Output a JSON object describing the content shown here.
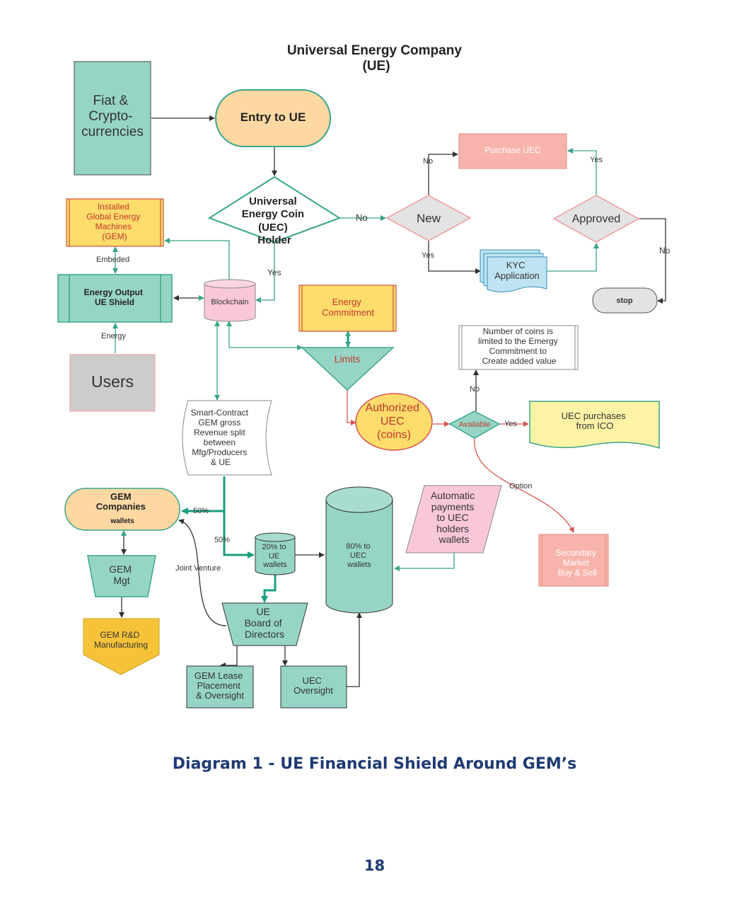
{
  "diagram": {
    "title": [
      "Universal Energy Company",
      "(UE)"
    ],
    "nodes": {
      "fiat": [
        "Fiat &",
        "Crypto-",
        "currencies"
      ],
      "entry": "Entry to UE",
      "uec_holder": [
        "Universal",
        "Energy Coin",
        "(UEC)",
        "Holder"
      ],
      "new": "New",
      "purchase": "Purchase UEC",
      "approved": "Approved",
      "kyc": [
        "KYC",
        "Application"
      ],
      "stop": "stop",
      "installed": [
        "Installed",
        "Global Energy",
        "Machines",
        "(GEM)"
      ],
      "shield": [
        "Energy Output",
        "UE  Shield"
      ],
      "blockchain": "Blockchain",
      "users": "Users",
      "energy_commitment": [
        "Energy",
        "Commitment"
      ],
      "limits": "Limits",
      "number_coins": [
        "Number of  coins is",
        "limited to the Emergy",
        "Commitment to",
        "Create added value"
      ],
      "authorized": [
        "Authorized",
        "UEC",
        "(coins)"
      ],
      "available": "Available",
      "ico": [
        "UEC purchases",
        "from ICO"
      ],
      "smart_contract": [
        "Smart-Contract",
        "GEM gross",
        "Revenue split",
        "between",
        "Mfg/Producers",
        "& UE"
      ],
      "gem_companies": [
        "GEM",
        "Companies",
        "wallets"
      ],
      "gem_mgt": [
        "GEM",
        "Mgt"
      ],
      "gem_rd": [
        "GEM R&D",
        "Manufacturing"
      ],
      "wallets20": [
        "20% to",
        "UE",
        "wallets"
      ],
      "wallets80": [
        "80% to",
        "UEC",
        "wallets"
      ],
      "automatic": [
        "Automatic",
        "payments",
        "to UEC",
        "holders",
        "wallets"
      ],
      "secondary": [
        "Secondary",
        "Market",
        "Buy & Sell"
      ],
      "board": [
        "UE",
        "Board of",
        "Directors"
      ],
      "lease": [
        "GEM Lease",
        "Placement",
        "& Oversight"
      ],
      "oversight": [
        "UEC",
        "Oversight"
      ]
    },
    "edge_labels": {
      "no1": "No",
      "no_top": "No",
      "yes_top": "Yes",
      "yes_new": "Yes",
      "no_right": "No",
      "yes_holder": "Yes",
      "embeded": "Embeded",
      "energy": "Energy",
      "no_available": "No",
      "yes_available": "Yes",
      "option": "Option",
      "pct50a": "50%",
      "pct50b": "50%",
      "joint": "Joint Venture"
    }
  },
  "caption": "Diagram 1 - UE Financial Shield Around GEM’s",
  "page_number": "18"
}
